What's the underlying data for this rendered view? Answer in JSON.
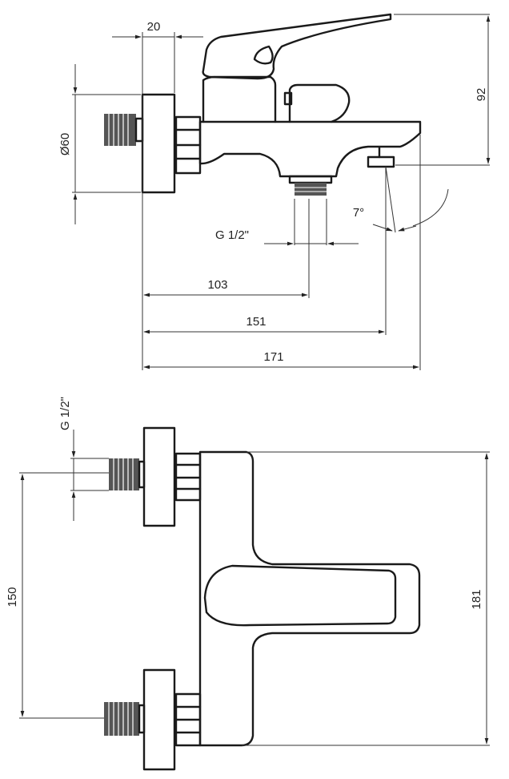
{
  "side_view": {
    "dimensions": {
      "top_width": "20",
      "flange_diameter": "Ø60",
      "height": "92",
      "angle": "7°",
      "thread": "G 1/2\"",
      "outlet_distance": "103",
      "spout_distance": "151",
      "total_length": "171"
    }
  },
  "front_view": {
    "dimensions": {
      "thread": "G 1/2\"",
      "center_distance": "150",
      "height": "181"
    }
  },
  "colors": {
    "line": "#1a1a1a",
    "thread_fill": "#555555"
  }
}
